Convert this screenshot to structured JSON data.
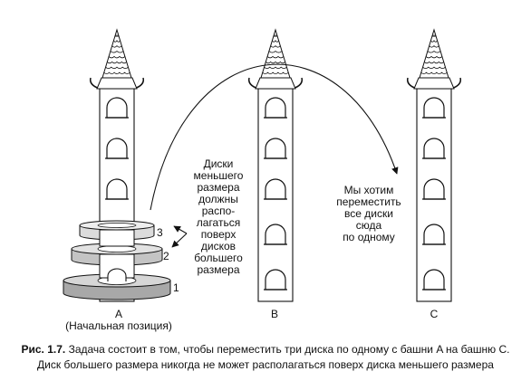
{
  "towers": [
    {
      "name": "A",
      "subtitle": "(Начальная позиция)"
    },
    {
      "name": "B"
    },
    {
      "name": "C"
    }
  ],
  "disks": [
    {
      "number": "1"
    },
    {
      "number": "2"
    },
    {
      "number": "3"
    }
  ],
  "notes": {
    "left": "Диски\nменьшего\nразмера\nдолжны\nраспо-\nлагаться\nповерх\nдисков\nбольшего\nразмера",
    "right": "Мы хотим\nпереместить\nвсе диски\nсюда\nпо одному"
  },
  "caption": {
    "label": "Рис. 1.7.",
    "line1": "Задача состоит в том, чтобы переместить три диска по одному с башни A на башню C.",
    "line2": "Диск большего размера никогда не может располагаться поверх диска меньшего размера"
  }
}
